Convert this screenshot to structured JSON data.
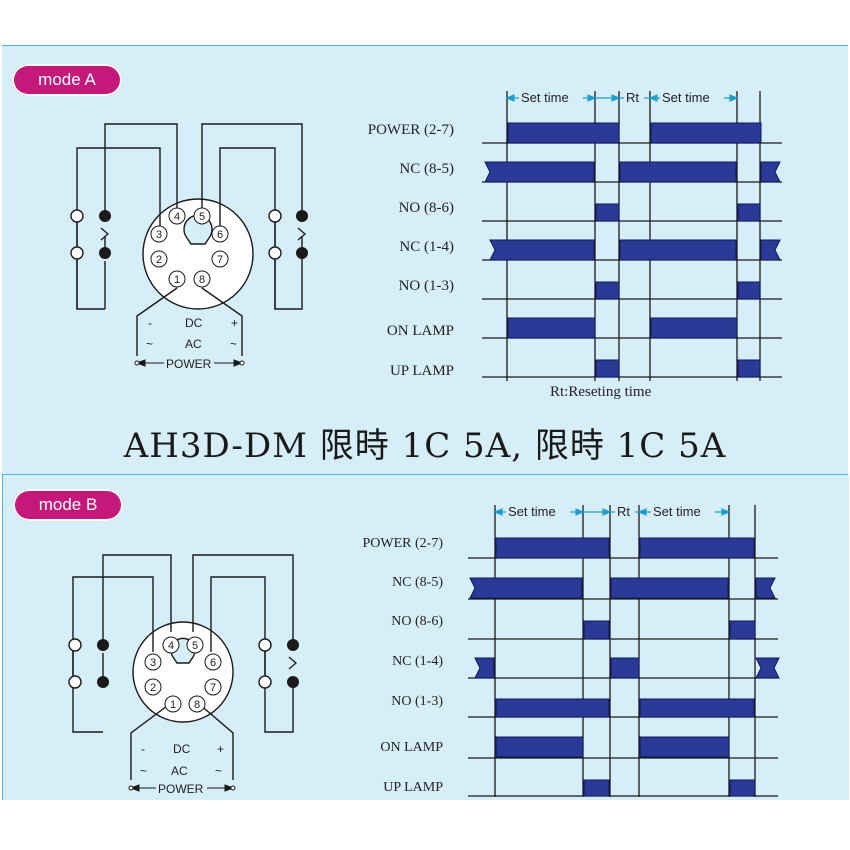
{
  "title": "AH3D-DM  限時 1C 5A, 限時 1C 5A",
  "colors": {
    "panel": "#d6eef8",
    "badge": "#c4197a",
    "pulse": "#2b3a96",
    "dim": "#1e9fcc",
    "line": "#1a1a1a"
  },
  "modes": [
    {
      "badge": "mode  A",
      "timing_labels": {
        "set1": "Set time",
        "rt": "Rt",
        "set2": "Set time"
      },
      "signals": [
        "POWER (2-7)",
        "NC (8-5)",
        "NO (8-6)",
        "NC (1-4)",
        "NO (1-3)",
        "ON LAMP",
        "UP LAMP"
      ],
      "footnote": "Rt:Reseting time",
      "pins": [
        "1",
        "2",
        "3",
        "4",
        "5",
        "6",
        "7",
        "8"
      ],
      "power": {
        "dc": "DC",
        "ac": "AC",
        "minus": "-",
        "plus": "+",
        "tilde_l": "~",
        "tilde_r": "~",
        "label": "POWER"
      }
    },
    {
      "badge": "mode  B",
      "timing_labels": {
        "set1": "Set time",
        "rt": "Rt",
        "set2": "Set time"
      },
      "signals": [
        "POWER (2-7)",
        "NC (8-5)",
        "NO (8-6)",
        "NC (1-4)",
        "NO (1-3)",
        "ON LAMP",
        "UP LAMP"
      ],
      "pins": [
        "1",
        "2",
        "3",
        "4",
        "5",
        "6",
        "7",
        "8"
      ],
      "power": {
        "dc": "DC",
        "ac": "AC",
        "minus": "-",
        "plus": "+",
        "tilde_l": "~",
        "tilde_r": "~",
        "label": "POWER"
      }
    }
  ]
}
